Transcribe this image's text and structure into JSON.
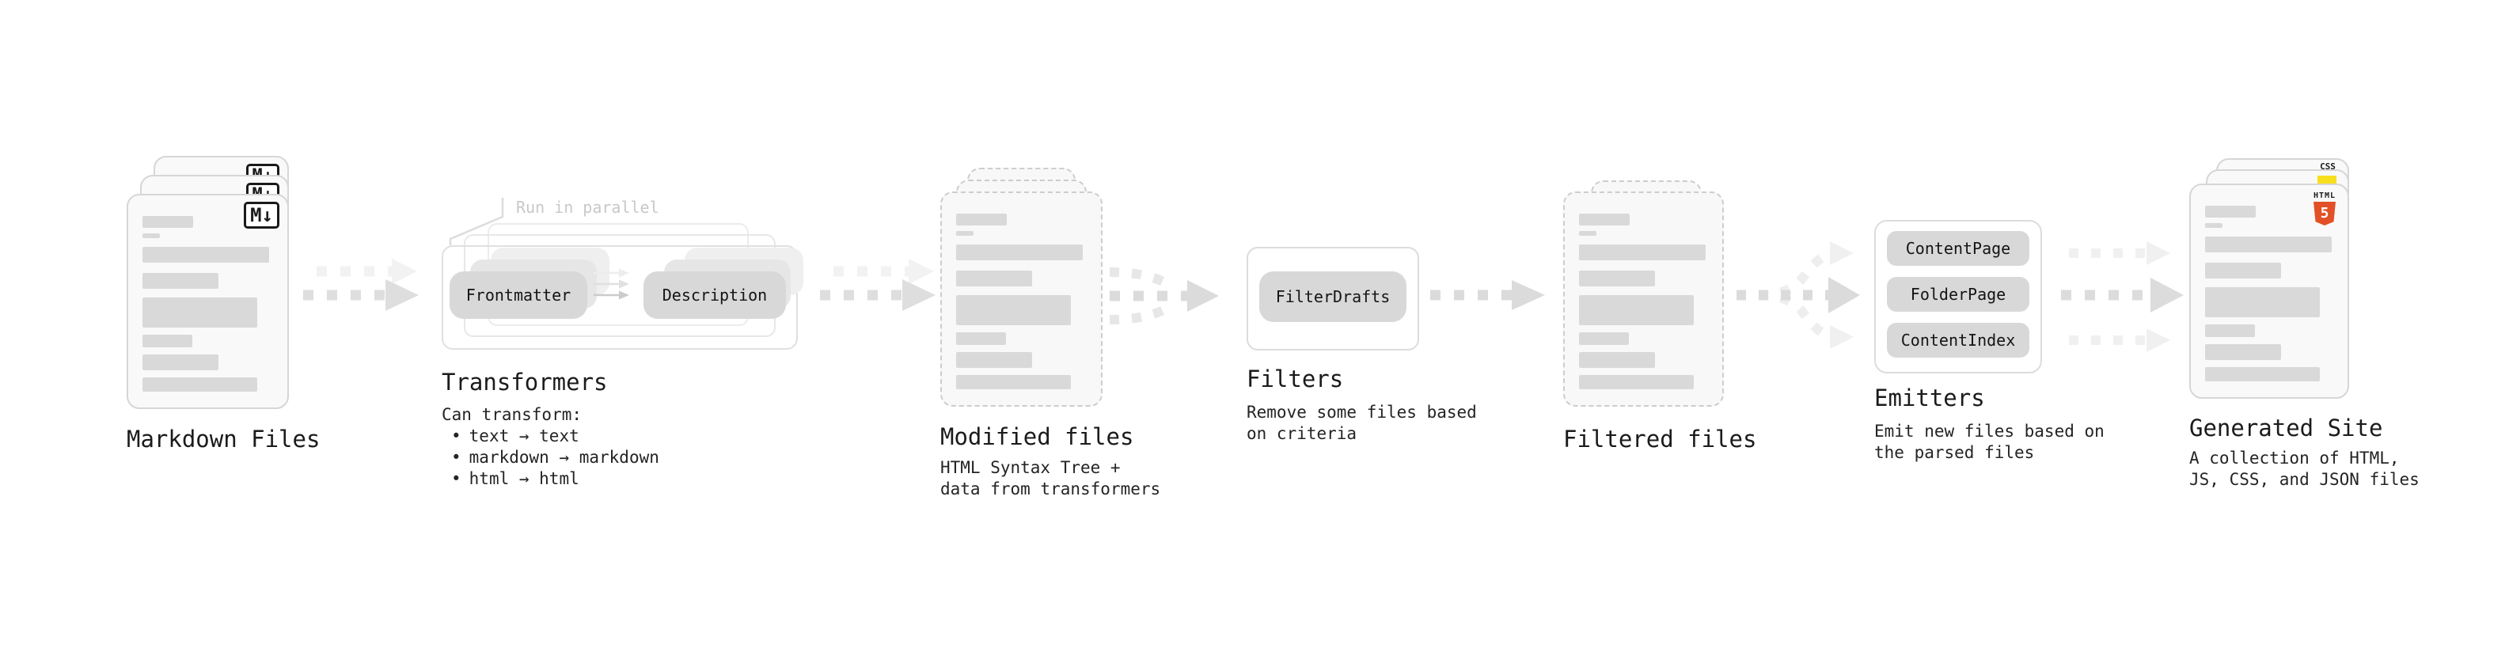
{
  "stages": {
    "markdown_files": {
      "title": "Markdown Files",
      "badge": "M↓"
    },
    "transformers": {
      "title": "Transformers",
      "note": "Run in parallel",
      "chip_left": "Frontmatter",
      "chip_right": "Description",
      "caption_title": "Can transform:",
      "bullet": "•",
      "bullets": [
        "text → text",
        "markdown → markdown",
        "html → html"
      ]
    },
    "modified_files": {
      "title": "Modified files",
      "caption_lines": [
        "HTML Syntax Tree +",
        "data from transformers"
      ]
    },
    "filters": {
      "title": "Filters",
      "chip": "FilterDrafts",
      "caption_lines": [
        "Remove some files based",
        "on criteria"
      ]
    },
    "filtered_files": {
      "title": "Filtered files"
    },
    "emitters": {
      "title": "Emitters",
      "chips": [
        "ContentPage",
        "FolderPage",
        "ContentIndex"
      ],
      "caption_lines": [
        "Emit new files based on",
        "the parsed files"
      ]
    },
    "generated_site": {
      "title": "Generated Site",
      "css_badge": "CSS",
      "html_badge": "HTML",
      "html_badge_number": "5",
      "caption_lines": [
        "A collection of HTML,",
        "JS, CSS, and JSON files"
      ]
    }
  },
  "colors": {
    "html5_orange": "#e34f26",
    "js_yellow": "#f7df1e",
    "css_blue": "#2965f1",
    "placeholder_gray": "#d9d9d9",
    "arrow_gray": "#dbdbdb"
  }
}
